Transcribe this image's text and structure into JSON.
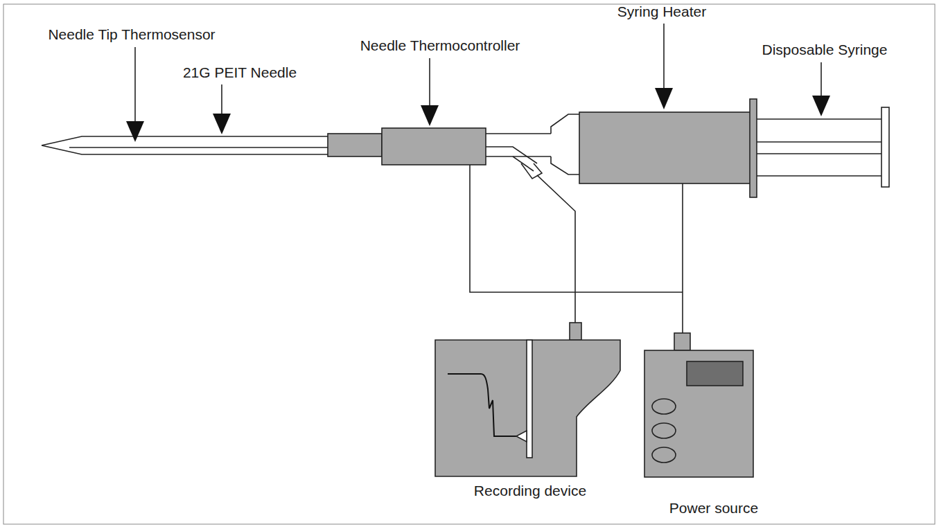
{
  "diagram": {
    "nodes": [
      {
        "text": [
          "Recording device"
        ]
      },
      {
        "text": [
          "Power source"
        ]
      }
    ],
    "labels": [
      "Needle Tip Thermosensor",
      "21G PEIT Needle",
      "Needle Thermocontroller",
      "Syring Heater",
      "Disposable Syringe"
    ]
  }
}
